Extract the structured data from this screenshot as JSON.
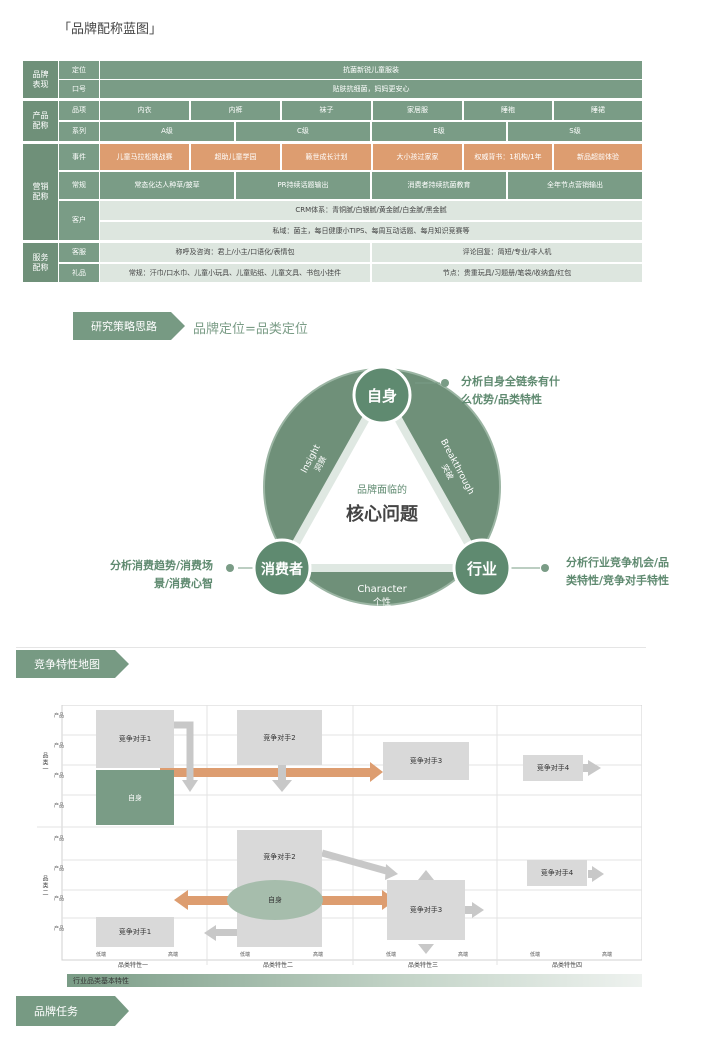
{
  "page_title": "「品牌配称蓝图」",
  "blueprint": {
    "brand_label": "品牌\n表现",
    "position_label": "定位",
    "position_value": "抗菌新锐儿童服装",
    "slogan_label": "口号",
    "slogan_value": "贴肤抗细菌，妈妈更安心",
    "product_label": "产品\n配称",
    "category_label": "品项",
    "categories": [
      "内衣",
      "内裤",
      "袜子",
      "家居服",
      "睡袍",
      "睡裙"
    ],
    "series_label": "系列",
    "series": [
      "A级",
      "C级",
      "E级",
      "S级"
    ],
    "marketing_label": "营销\n配称",
    "event_label": "事件",
    "events": [
      "儿童马拉松挑战赛",
      "超助儿童学园",
      "籁世成长计划",
      "大小孩过家家",
      "权威背书：1机构/1年",
      "新品超前体验"
    ],
    "regular_label": "常规",
    "regulars": [
      "常态化达人种草/披草",
      "PR持续话题输出",
      "消费者持续抗菌教育",
      "全年节点营销输出"
    ],
    "customer_label": "客户",
    "crm": "CRM体系：青铜腻/白银腻/黄金腻/白金腻/黑金腻",
    "private": "私域：菌主，每日健康小TIPS、每周互动话题、每月知识竞赛等",
    "service_label": "服务\n配称",
    "cs_label": "客服",
    "cs_values": [
      "称呼及咨询：君上/小主/口语化/表情包",
      "评论回复：简短/专业/非人机"
    ],
    "gift_label": "礼品",
    "gift_values": [
      "常规：汗巾/口水巾、儿童小玩具、儿童贴纸、儿童文具、书包小挂件",
      "节点：贵重玩具/习题册/笔袋/收纳盒/红包"
    ]
  },
  "research": {
    "banner": "研究策略思路",
    "hint": "品牌定位=品类定位"
  },
  "triangle": {
    "top": "自身",
    "left": "消费者",
    "right": "行业",
    "center_small": "品牌面临的",
    "center_big": "核心问题",
    "edge_left_en": "Insight",
    "edge_left_cn": "洞察",
    "edge_right_en": "Breakthrough",
    "edge_right_cn": "突破",
    "edge_bottom_en": "Character",
    "edge_bottom_cn": "个性",
    "note_top": [
      "分析自身全链条有什",
      "么优势/品类特性"
    ],
    "note_left": [
      "分析消费趋势/消费场",
      "景/消费心智"
    ],
    "note_right": [
      "分析行业竞争机会/品",
      "类特性/竞争对手特性"
    ],
    "colors": {
      "ring": "#6f9079",
      "ring_light": "#9bb5a3",
      "bg_light": "#eef2ef"
    }
  },
  "competition": {
    "banner": "竞争特性地图",
    "row_cats": [
      "品类一",
      "品类二"
    ],
    "product_label": "产品",
    "comp1": "竞争对手1",
    "comp2": "竞争对手2",
    "comp3": "竞争对手3",
    "comp4": "竞争对手4",
    "self": "自身",
    "low": "低端",
    "high": "高端",
    "feat1": "品类特性一",
    "feat2": "品类特性二",
    "feat3": "品类特性三",
    "feat4": "品类特性四",
    "footer": "行业品类基本特性"
  },
  "mission": {
    "banner": "品牌任务"
  }
}
